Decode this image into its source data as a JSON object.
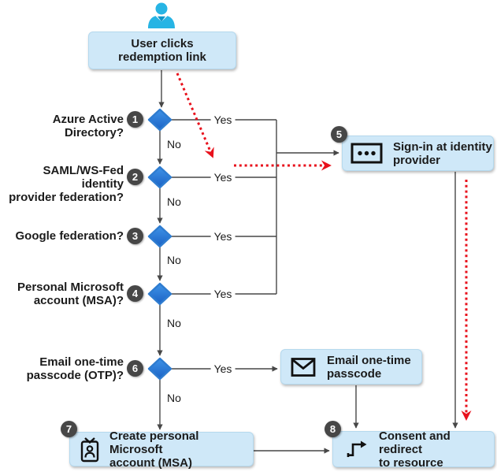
{
  "start": {
    "label": "User clicks\nredemption link"
  },
  "decisions": [
    {
      "num": "1",
      "label": "Azure Active Directory?"
    },
    {
      "num": "2",
      "label": "SAML/WS-Fed identity\nprovider federation?"
    },
    {
      "num": "3",
      "label": "Google federation?"
    },
    {
      "num": "4",
      "label": "Personal Microsoft\naccount (MSA)?"
    },
    {
      "num": "6",
      "label": "Email one-time\npasscode (OTP)?"
    }
  ],
  "steps": {
    "signin": {
      "num": "5",
      "label": "Sign-in at identity\nprovider",
      "icon": "password-dots-icon"
    },
    "otp": {
      "label": "Email one-time\npasscode",
      "icon": "envelope-icon"
    },
    "create_msa": {
      "num": "7",
      "label": "Create personal Microsoft\naccount (MSA)",
      "icon": "id-badge-icon"
    },
    "consent": {
      "num": "8",
      "label": "Consent and redirect\nto resource",
      "icon": "redirect-arrow-icon"
    }
  },
  "edge_labels": {
    "yes": "Yes",
    "no": "No"
  },
  "colors": {
    "box_fill": "#cfe8f8",
    "diamond_blue_top": "#3f93e8",
    "diamond_blue_bottom": "#1b63c5",
    "badge_gray": "#474747",
    "line_gray": "#474747",
    "red_path": "#e8111c",
    "user_cyan": "#27b4e4",
    "user_cyan_dark": "#0d95c8"
  }
}
